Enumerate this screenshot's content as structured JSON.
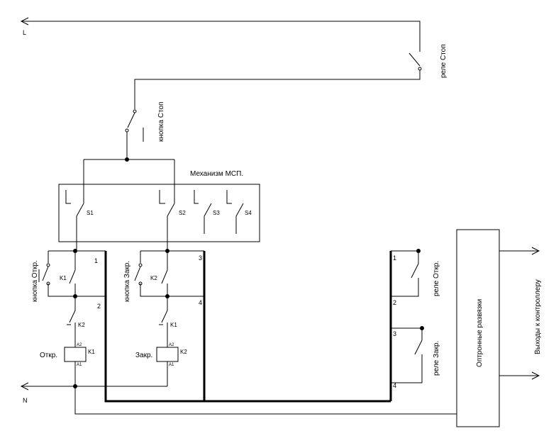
{
  "labels": {
    "L": "L",
    "N": "N",
    "relay_stop": "реле Стоп",
    "button_stop": "кнопка Стоп",
    "mechanism": "Механизм МСП.",
    "s1": "S1",
    "s2": "S2",
    "s3": "S3",
    "s4": "S4",
    "button_open": "кнопка  Откр.",
    "button_close": "кнопка  Закр.",
    "k1_contact": "K1",
    "k2_contact": "K2",
    "k2_interlock": "K2",
    "k1_interlock": "K1",
    "coil_open": "Откр.",
    "coil_close": "Закр.",
    "coil_k1": "K1",
    "coil_k2": "K2",
    "a1": "A1",
    "a2": "A2",
    "term_1": "1",
    "term_2": "2",
    "term_3": "3",
    "term_4": "4",
    "rterm_1": "1",
    "rterm_2": "2",
    "rterm_3": "3",
    "rterm_4": "4",
    "relay_open": "реле Откр.",
    "relay_close": "реле Закр.",
    "optocoupler": "Оптронные развязки",
    "outputs": "Выходы к контроллеру"
  }
}
